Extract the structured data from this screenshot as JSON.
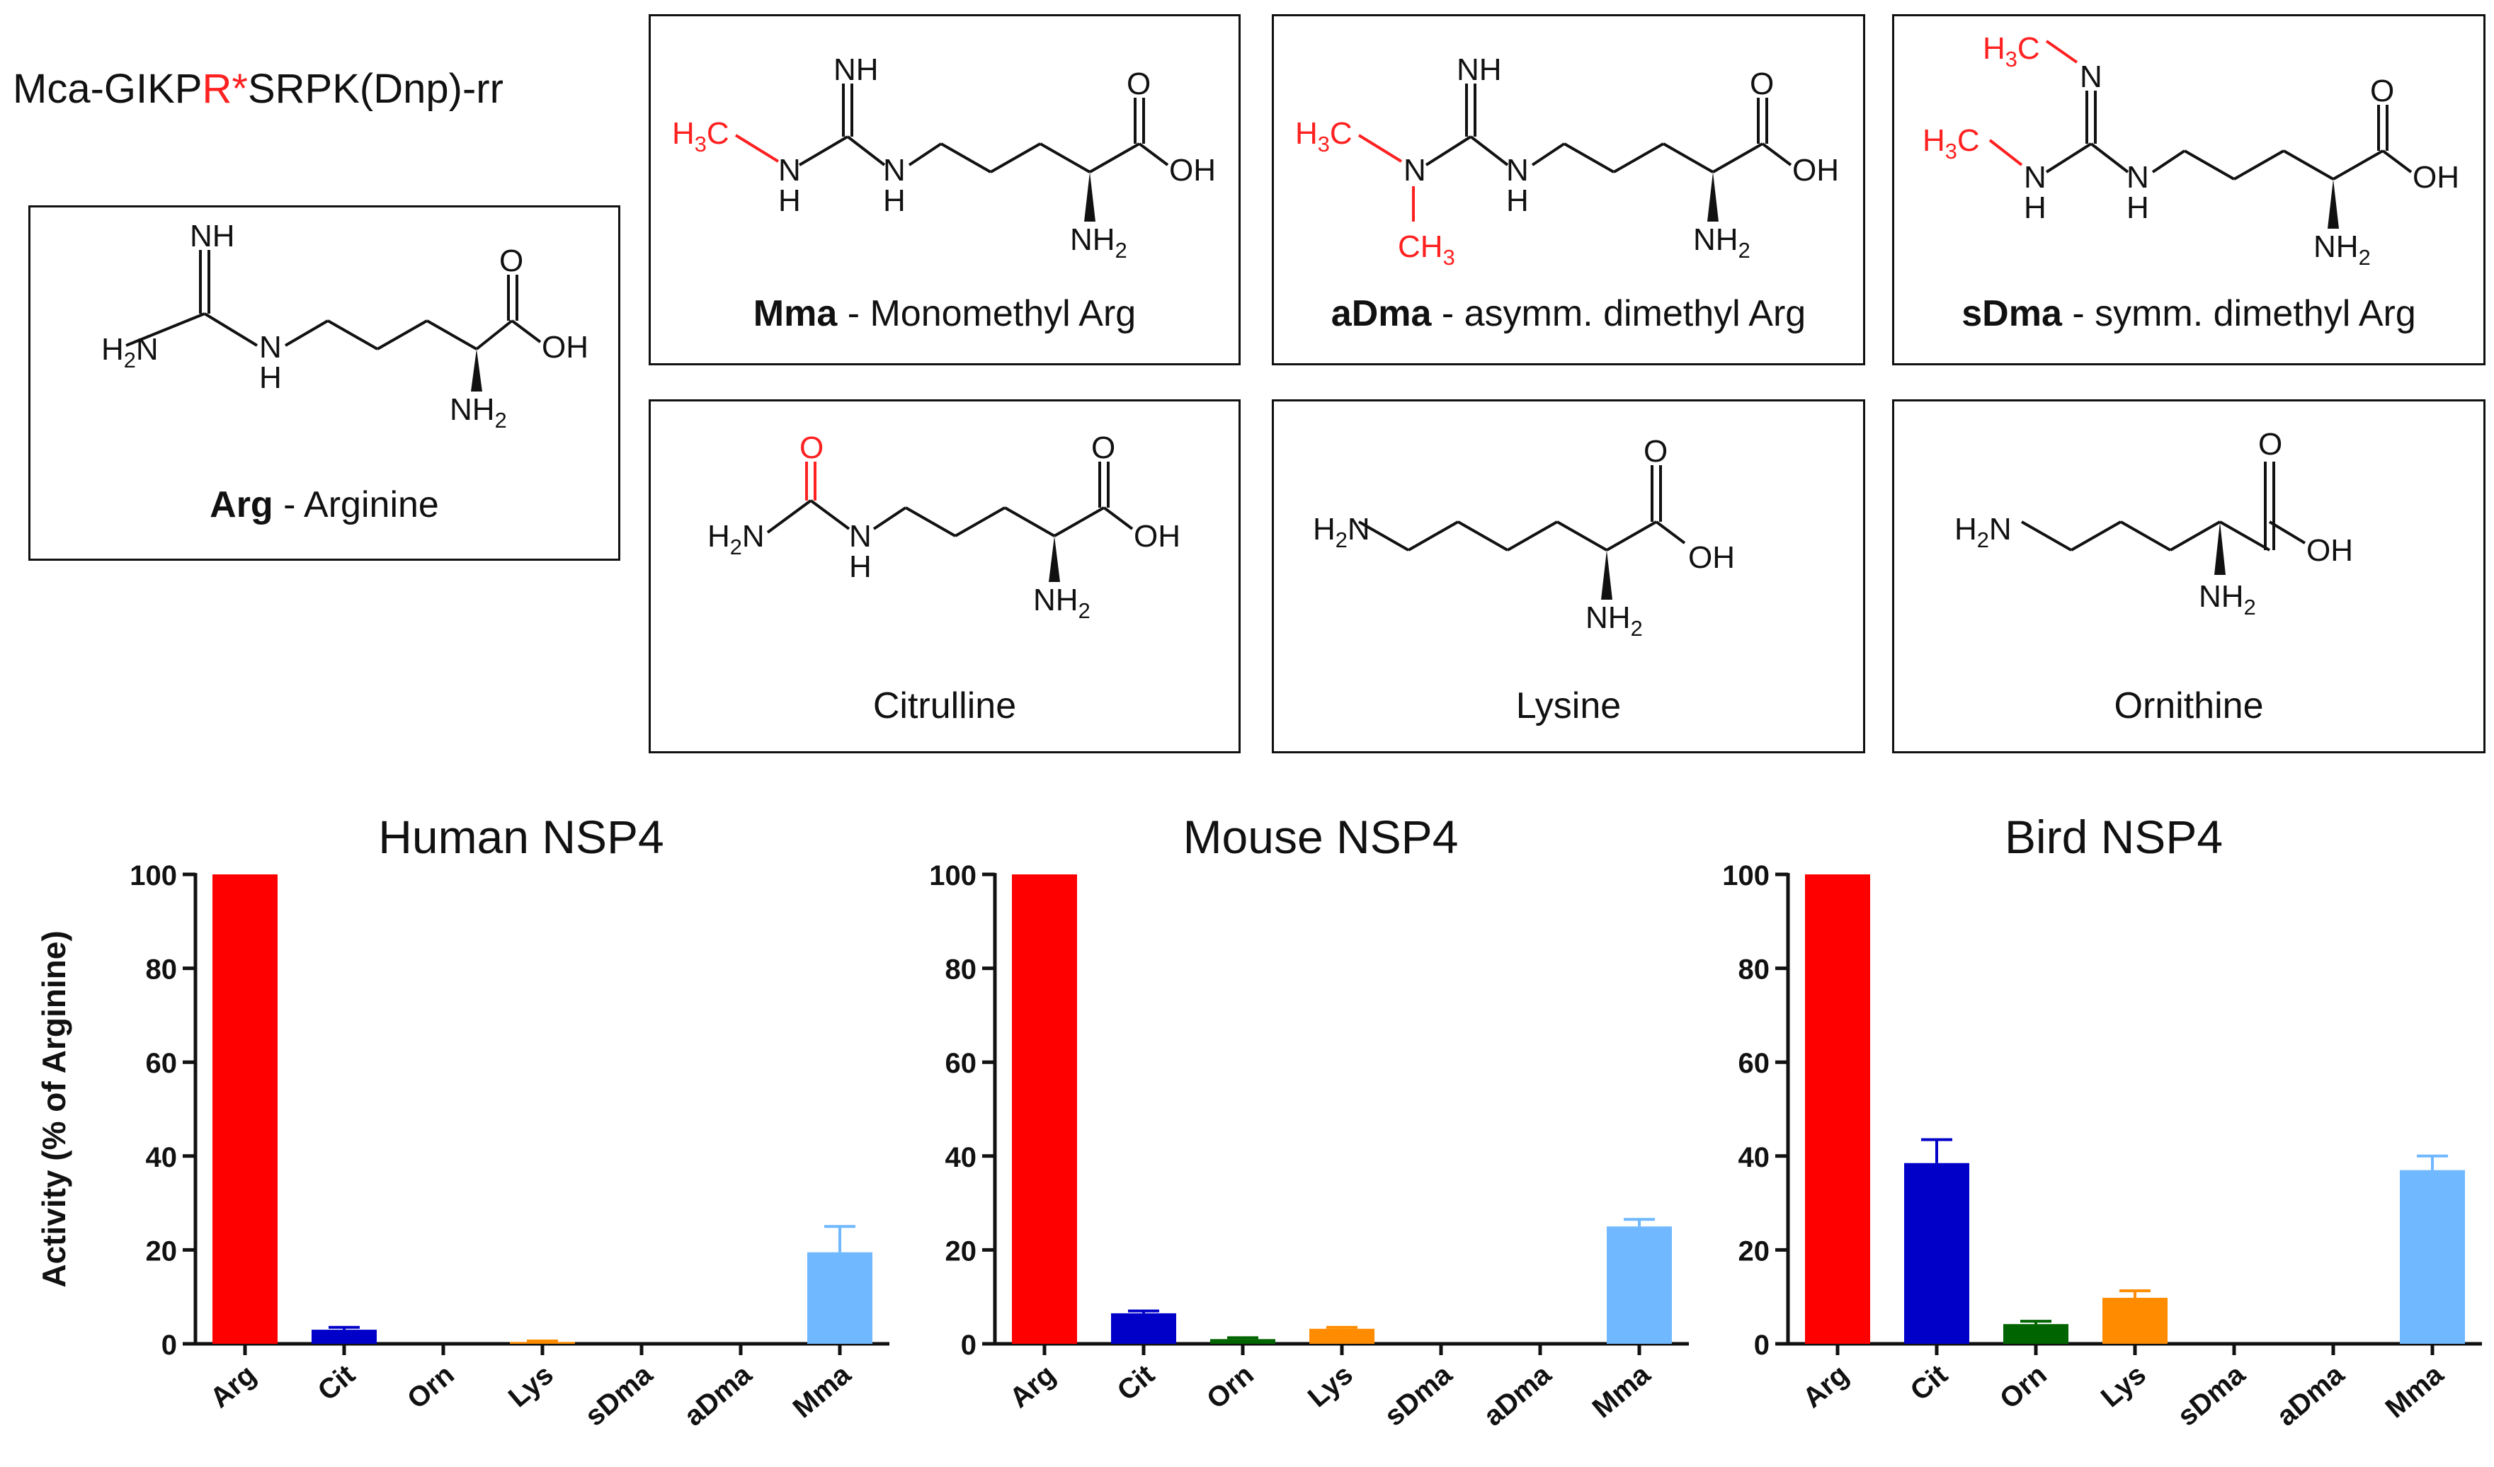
{
  "peptide": {
    "prefix": "Mca-GIKP",
    "highlight": "R*",
    "suffix": "SRPK(Dnp)-rr"
  },
  "structures": {
    "arg": {
      "abbr": "Arg",
      "desc": " - Arginine"
    },
    "mma": {
      "abbr": "Mma",
      "desc": " - Monomethyl Arg"
    },
    "adma": {
      "abbr": "aDma",
      "desc": " - asymm. dimethyl Arg"
    },
    "sdma": {
      "abbr": "sDma",
      "desc": " - symm. dimethyl Arg"
    },
    "cit": {
      "name": "Citrulline"
    },
    "lys": {
      "name": "Lysine"
    },
    "orn": {
      "name": "Ornithine"
    }
  },
  "atom_labels": {
    "NH": "NH",
    "H2N": "H2N",
    "N": "N",
    "H": "H",
    "O": "O",
    "OH": "OH",
    "NH2": "NH2",
    "H3C": "H3C",
    "CH3": "CH3"
  },
  "colors": {
    "arg": "#ff0000",
    "cit": "#0000c8",
    "orn": "#006400",
    "lys": "#ff8c00",
    "sdma": "#9b30ff",
    "adma": "#ff1493",
    "mma": "#70b8ff",
    "modification": "#ff2020"
  },
  "chart_data": [
    {
      "type": "bar",
      "title": "Human NSP4",
      "ylabel": "Activity (% of Arginine)",
      "ylim": [
        0,
        100
      ],
      "yticks": [
        0,
        20,
        40,
        60,
        80,
        100
      ],
      "categories": [
        "Arg",
        "Cit",
        "Orn",
        "Lys",
        "sDma",
        "aDma",
        "Mma"
      ],
      "values": [
        100,
        3,
        0,
        0.4,
        0,
        0,
        19.5
      ],
      "errors": [
        0,
        0.5,
        0,
        0.2,
        0,
        0,
        5.5
      ]
    },
    {
      "type": "bar",
      "title": "Mouse NSP4",
      "ylabel": "",
      "ylim": [
        0,
        100
      ],
      "yticks": [
        0,
        20,
        40,
        60,
        80,
        100
      ],
      "categories": [
        "Arg",
        "Cit",
        "Orn",
        "Lys",
        "sDma",
        "aDma",
        "Mma"
      ],
      "values": [
        100,
        6.5,
        1,
        3.2,
        0,
        0,
        25
      ],
      "errors": [
        0,
        0.5,
        0.3,
        0.3,
        0,
        0,
        1.5
      ]
    },
    {
      "type": "bar",
      "title": "Bird NSP4",
      "ylabel": "",
      "ylim": [
        0,
        100
      ],
      "yticks": [
        0,
        20,
        40,
        60,
        80,
        100
      ],
      "categories": [
        "Arg",
        "Cit",
        "Orn",
        "Lys",
        "sDma",
        "aDma",
        "Mma"
      ],
      "values": [
        100,
        38.5,
        4.2,
        9.8,
        0,
        0,
        37
      ],
      "errors": [
        0,
        5,
        0.6,
        1.5,
        0,
        0,
        3
      ]
    }
  ]
}
